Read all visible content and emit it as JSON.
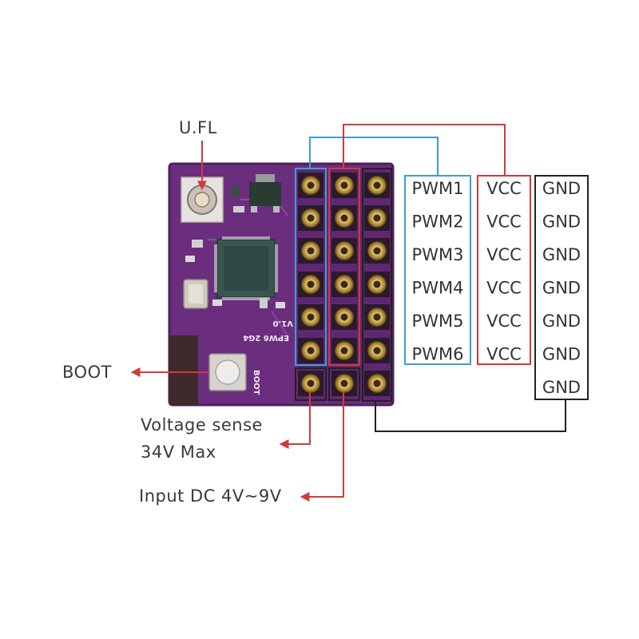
{
  "callouts": {
    "antenna": "U.FL",
    "boot": "BOOT",
    "voltage_line1": "Voltage sense",
    "voltage_line2": "34V Max",
    "input": "Input DC 4V~9V"
  },
  "board": {
    "silk_version": "V1.0",
    "silk_model": "EPW6 2G4",
    "silk_boot": "BOOT"
  },
  "pin_columns": {
    "pwm": [
      "PWM1",
      "PWM2",
      "PWM3",
      "PWM4",
      "PWM5",
      "PWM6"
    ],
    "vcc": [
      "VCC",
      "VCC",
      "VCC",
      "VCC",
      "VCC",
      "VCC"
    ],
    "gnd": [
      "GND",
      "GND",
      "GND",
      "GND",
      "GND",
      "GND",
      "GND"
    ]
  },
  "colors": {
    "pwm": "#3a9fd6",
    "vcc": "#d23a3a",
    "gnd": "#222222",
    "board": "#6b2d7e"
  }
}
